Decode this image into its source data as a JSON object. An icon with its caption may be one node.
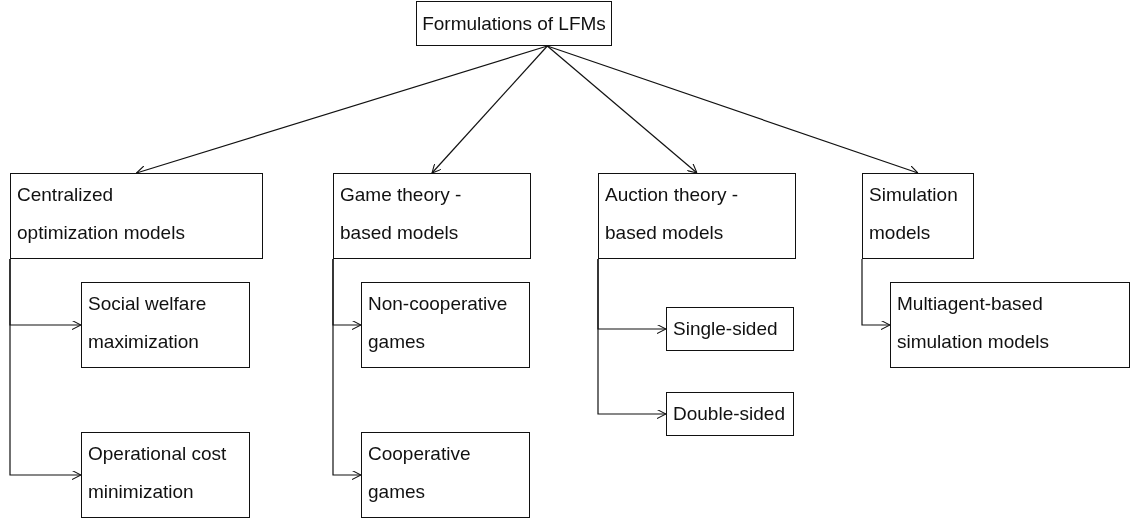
{
  "diagram": {
    "nodes": [
      {
        "text": [
          "Formulations of LFMs"
        ]
      },
      {
        "text": [
          "Centralized optimization models"
        ]
      },
      {
        "text": [
          "Game theory -based models"
        ]
      },
      {
        "text": [
          "Auction theory -based models"
        ]
      },
      {
        "text": [
          "Simulation models"
        ]
      },
      {
        "text": [
          "Social welfare maximization"
        ]
      },
      {
        "text": [
          "Operational cost minimization"
        ]
      },
      {
        "text": [
          "Non-cooperative games"
        ]
      },
      {
        "text": [
          "Cooperative games"
        ]
      },
      {
        "text": [
          "Single-sided"
        ]
      },
      {
        "text": [
          "Double-sided"
        ]
      },
      {
        "text": [
          "Multiagent-based simulation models"
        ]
      }
    ],
    "edges": [
      {
        "from": 0,
        "to": 1,
        "arrow": "to"
      },
      {
        "from": 0,
        "to": 2,
        "arrow": "to"
      },
      {
        "from": 0,
        "to": 3,
        "arrow": "to"
      },
      {
        "from": 0,
        "to": 4,
        "arrow": "to"
      },
      {
        "from": 1,
        "to": 5,
        "arrow": "to"
      },
      {
        "from": 1,
        "to": 6,
        "arrow": "to"
      },
      {
        "from": 2,
        "to": 7,
        "arrow": "to"
      },
      {
        "from": 2,
        "to": 8,
        "arrow": "to"
      },
      {
        "from": 3,
        "to": 9,
        "arrow": "to"
      },
      {
        "from": 3,
        "to": 10,
        "arrow": "to"
      },
      {
        "from": 4,
        "to": 11,
        "arrow": "to"
      }
    ]
  }
}
